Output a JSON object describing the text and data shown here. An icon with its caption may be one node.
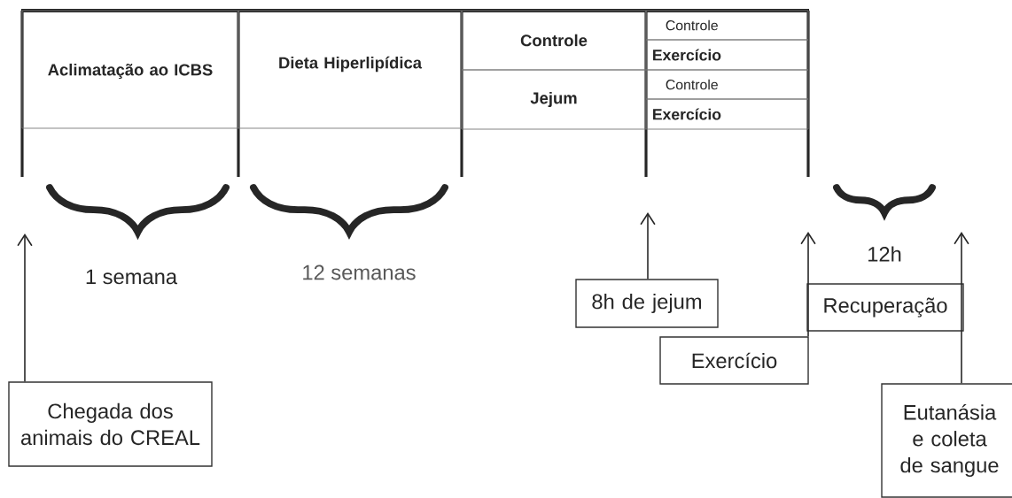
{
  "diagram": {
    "nodes": [
      {
        "text": [
          "Aclimatação ao ICBS"
        ]
      },
      {
        "text": [
          "Dieta Hiperlipídica"
        ]
      },
      {
        "text": [
          "Controle"
        ]
      },
      {
        "text": [
          "Jejum"
        ]
      },
      {
        "text": [
          "Controle"
        ]
      },
      {
        "text": [
          "Exercício"
        ]
      },
      {
        "text": [
          "Controle"
        ]
      },
      {
        "text": [
          "Exercício"
        ]
      },
      {
        "text": [
          "Chegada dos animais do CREAL"
        ]
      },
      {
        "text": [
          "8h de jejum"
        ]
      },
      {
        "text": [
          "Exercício"
        ]
      },
      {
        "text": [
          "Recuperação"
        ]
      },
      {
        "text": [
          "Eutanásia e coleta de sangue"
        ]
      }
    ],
    "edges": [
      {
        "from": 8,
        "to": null,
        "arrow": "to"
      },
      {
        "from": 9,
        "to": null,
        "arrow": "to"
      },
      {
        "from": 10,
        "to": null,
        "arrow": "to"
      },
      {
        "from": 12,
        "to": null,
        "arrow": "to"
      }
    ],
    "labels": [
      "1 semana",
      "12 semanas",
      "12h"
    ]
  }
}
